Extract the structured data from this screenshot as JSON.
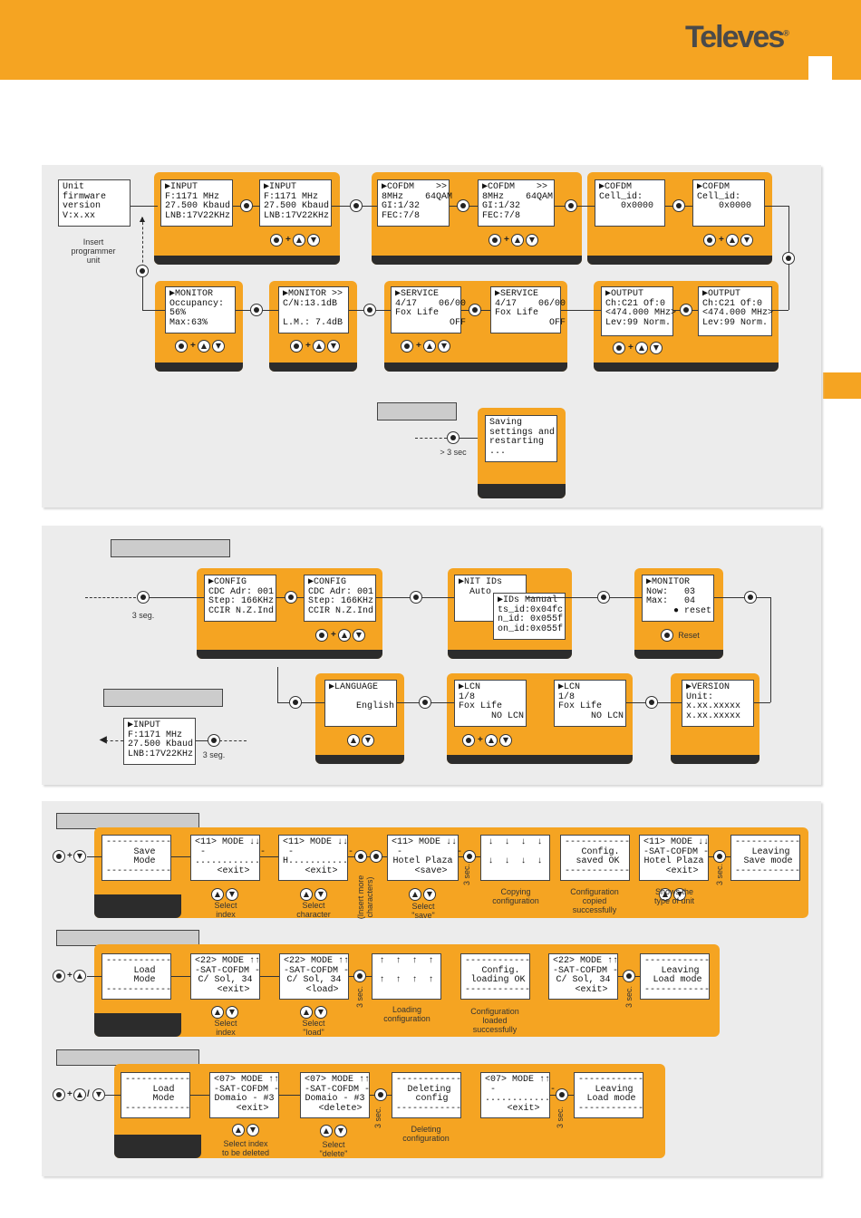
{
  "brand": {
    "logo": "Televes",
    "color": "#f5a422"
  },
  "s1": {
    "firmware": "Unit\nfirmware\nversion\nV:x.xx",
    "insert": "Insert\nprogrammer\nunit",
    "input1": "▶INPUT\nF:1171 MHz\n27.500 Kbaud\nLNB:17V22KHz",
    "input2": "▶INPUT\nF:1171 MHz\n27.500 Kbaud\nLNB:17V22KHz",
    "cofdm1": "▶COFDM    >>\n8MHz    64QAM\nGI:1/32\nFEC:7/8",
    "cofdm2": "▶COFDM    >>\n8MHz    64QAM\nGI:1/32\nFEC:7/8",
    "cofdm3": "▶COFDM\nCell_id:\n    0x0000",
    "cofdm4": "▶COFDM\nCell_id:\n    0x0000",
    "monitor1": "▶MONITOR\nOccupancy:\n56%\nMax:63%",
    "monitor2": "▶MONITOR >>\nC/N:13.1dB\n\nL.M.: 7.4dB",
    "service1": "▶SERVICE\n4/17    06/00\nFox Life\n          OFF",
    "service2": "▶SERVICE\n4/17    06/00\nFox Life\n          OFF",
    "output1": "▶OUTPUT\nCh:C21 Of:0\n<474.000 MHz>\nLev:99 Norm.",
    "output2": "▶OUTPUT\nCh:C21 Of:0\n<474.000 MHz>\nLev:99 Norm.",
    "saving": "Saving\nsettings and\nrestarting\n...",
    "gt3": "> 3 sec"
  },
  "s2": {
    "seg1": "3 seg.",
    "seg2": "3 seg.",
    "config1": "▶CONFIG\nCDC Adr: 001\nStep: 166KHz\nCCIR N.Z.Ind",
    "config2": "▶CONFIG\nCDC Adr: 001\nStep: 166KHz\nCCIR N.Z.Ind",
    "nit1": "▶NIT IDs\n  Auto",
    "nit2": "▶IDs Manual\nts_id:0x04fc\nn_id: 0x055f\non_id:0x055f",
    "monitor": "▶MONITOR\nNow:   03\nMax:   04\n     ● reset",
    "reset": "Reset",
    "version": "▶VERSION\nUnit:\nx.xx.xxxxx\nx.xx.xxxxx",
    "lcd1": "▶LCN\n1/8\nFox Life\n      NO LCN",
    "lcd2": "▶LCN\n1/8\nFox Life\n      NO LCN",
    "language": "▶LANGUAGE\n\n     English",
    "input": "▶INPUT\nF:1171 MHz\n27.500 Kbaud\nLNB:17V22KHz"
  },
  "s3": {
    "save": [
      "------------\n   Save\n   Mode\n------------",
      "<11> MODE ↓↓\n -          -\n............\n   <exit>",
      "<11> MODE ↓↓\n -          -\nH...........\n   <exit>",
      "<11> MODE ↓↓\n -          -\nHotel Plaza\n   <save>",
      "↓  ↓  ↓  ↓\n\n↓  ↓  ↓  ↓",
      "------------\n  Config.\n saved OK\n------------",
      "<11> MODE ↓↓\n-SAT-COFDM -\nHotel Plaza\n   <exit>",
      "------------\n  Leaving\n Save mode\n------------"
    ],
    "save_caps": [
      "Select\nindex",
      "Select\ncharacter",
      "(Insert more\ncharacters)",
      "Select\n\"save\"",
      "3 sec.",
      "Copying\nconfiguration",
      "Configuration\ncopied\nsuccessfully",
      "Shows the\ntype of unit",
      "3 sec."
    ],
    "load": [
      "------------\n   Load\n   Mode\n------------",
      "<22> MODE ↑↑\n-SAT-COFDM -\nC/ Sol, 34\n   <exit>",
      "<22> MODE ↑↑\n-SAT-COFDM -\nC/ Sol, 34\n   <load>",
      "↑  ↑  ↑  ↑\n\n↑  ↑  ↑  ↑",
      "------------\n  Config.\n loading OK\n------------",
      "<22> MODE ↑↑\n-SAT-COFDM -\nC/ Sol, 34\n   <exit>",
      "------------\n  Leaving\n Load mode\n------------"
    ],
    "load_caps": [
      "Select\nindex",
      "Select\n\"load\"",
      "3 sec.",
      "Loading\nconfiguration",
      "Configuration\nloaded\nsuccessfully",
      "3 sec."
    ],
    "del": [
      "------------\n   Load\n   Mode\n------------",
      "<07> MODE ↑↑\n-SAT-COFDM -\nDomaio - #3\n   <exit>",
      "<07> MODE ↑↑\n-SAT-COFDM -\nDomaio - #3\n  <delete>",
      "------------\n Deleting\n  config\n------------",
      "<07> MODE ↑↑\n -          -\n............\n   <exit>",
      "------------\n  Leaving\n Load mode\n------------"
    ],
    "del_caps": [
      "Select index\nto be deleted",
      "Select\n\"delete\"",
      "3 sec.",
      "Deleting\nconfiguration",
      "3 sec."
    ]
  }
}
